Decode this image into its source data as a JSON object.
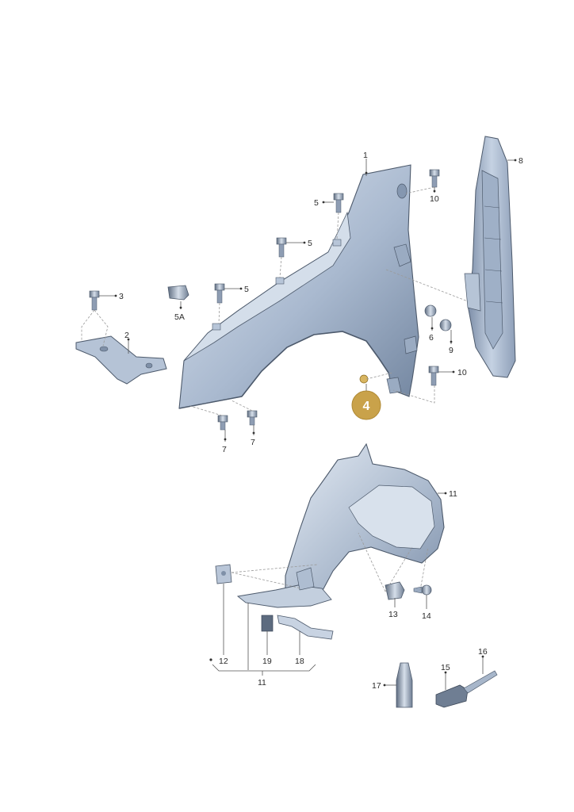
{
  "callouts": {
    "c1": "1",
    "c2": "2",
    "c3": "3",
    "c4": "4",
    "c5a": "5",
    "c5b": "5",
    "c5c": "5",
    "c5A": "5A",
    "c6": "6",
    "c7a": "7",
    "c7b": "7",
    "c8": "8",
    "c9": "9",
    "c10a": "10",
    "c10b": "10",
    "c11a": "11",
    "c11b": "11",
    "c12": "12",
    "c13": "13",
    "c14": "14",
    "c15": "15",
    "c16": "16",
    "c17": "17",
    "c18": "18",
    "c19": "19"
  },
  "colors": {
    "panel_light": "#c9d6e6",
    "panel_dark": "#7f93ad",
    "edge": "#4d5a6c",
    "highlight_badge": "#c9a24a"
  }
}
